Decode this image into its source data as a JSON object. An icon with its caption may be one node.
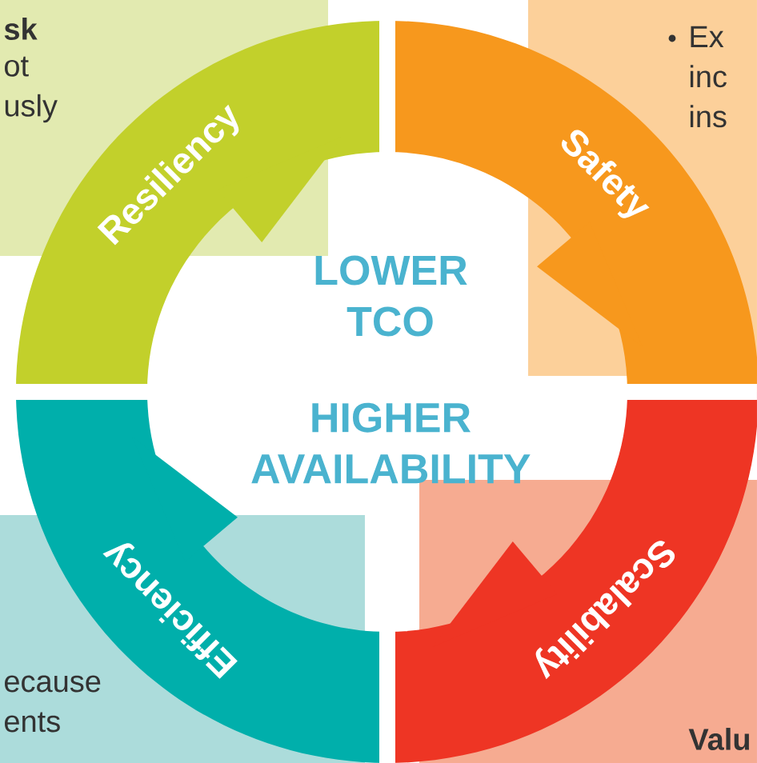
{
  "diagram": {
    "nodes": [
      {
        "text": [
          "sk",
          "ot usly"
        ]
      },
      {
        "text": [
          "Ex inc ins"
        ]
      },
      {
        "text": [
          "ecause ents"
        ]
      },
      {
        "text": [
          "Valu"
        ]
      },
      {
        "text": [
          "Resiliency"
        ]
      },
      {
        "text": [
          "Safety"
        ]
      },
      {
        "text": [
          "Scalability"
        ]
      },
      {
        "text": [
          "Efficiency"
        ]
      }
    ],
    "labels": [
      "LOWER TCO",
      "HIGHER AVAILABILITY"
    ]
  }
}
